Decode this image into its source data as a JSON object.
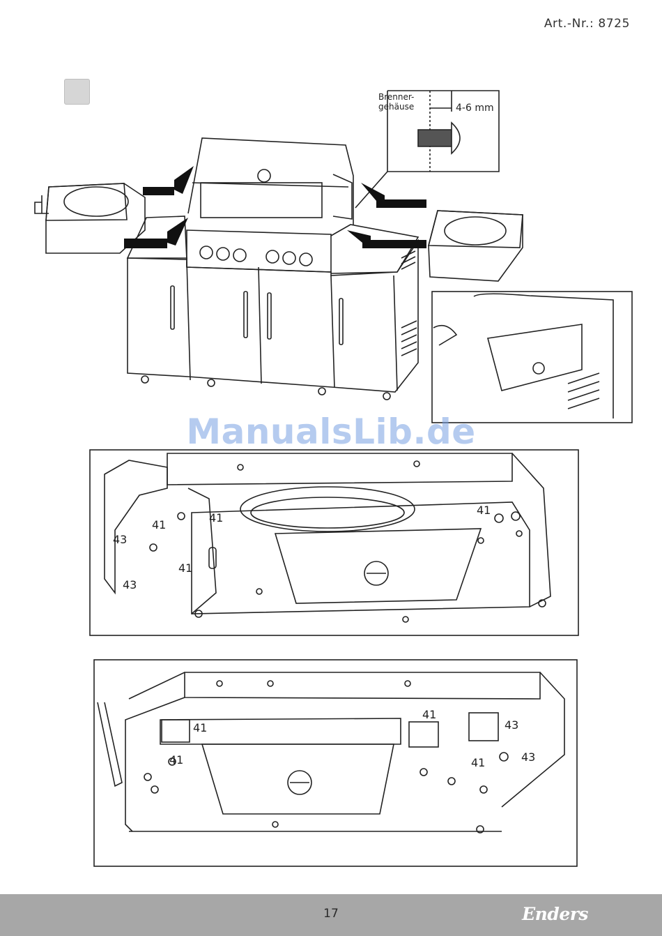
{
  "header": {
    "article_number": "Art.-Nr.: 8725"
  },
  "detail_callout": {
    "label_line1": "Brenner-",
    "label_line2": "gehäuse",
    "measurement": "4-6 mm"
  },
  "panel_a": {
    "labels": [
      "41",
      "41",
      "41",
      "41",
      "43",
      "43"
    ]
  },
  "panel_b": {
    "labels": [
      "41",
      "41",
      "41",
      "41",
      "43",
      "43"
    ]
  },
  "watermark": "ManualsLib.de",
  "footer": {
    "page_number": "17",
    "brand": "Enders"
  }
}
